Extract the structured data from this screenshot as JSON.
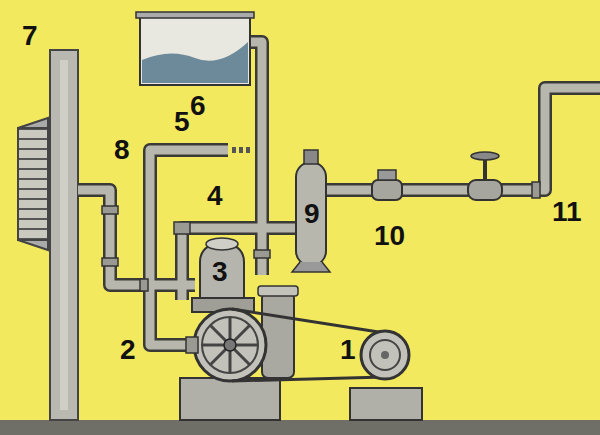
{
  "diagram": {
    "labels": [
      "7",
      "8",
      "5",
      "6",
      "4",
      "9",
      "10",
      "3",
      "2",
      "1",
      "11"
    ]
  }
}
